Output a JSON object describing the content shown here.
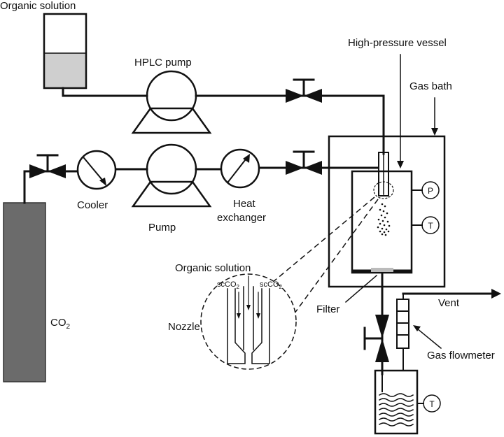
{
  "labels": {
    "organic_solution_top": "Organic solution",
    "hplc_pump": "HPLC pump",
    "high_pressure_vessel": "High-pressure vessel",
    "gas_bath": "Gas bath",
    "cooler": "Cooler",
    "pump": "Pump",
    "heat_exchanger_1": "Heat",
    "heat_exchanger_2": "exchanger",
    "organic_solution_nozzle": "Organic solution",
    "sc_left": "scCO",
    "sc_left_sub": "2",
    "sc_right": "scCO",
    "sc_right_sub": "2",
    "nozzle": "Nozzle",
    "co2": "CO",
    "co2_sub": "2",
    "filter": "Filter",
    "vent": "Vent",
    "gas_flowmeter": "Gas flowmeter",
    "gauge_p": "P",
    "gauge_t1": "T",
    "gauge_t2": "T"
  },
  "colors": {
    "cylinder": "#6b6b6b",
    "liquid": "#cfcfcf",
    "line": "#111111"
  }
}
